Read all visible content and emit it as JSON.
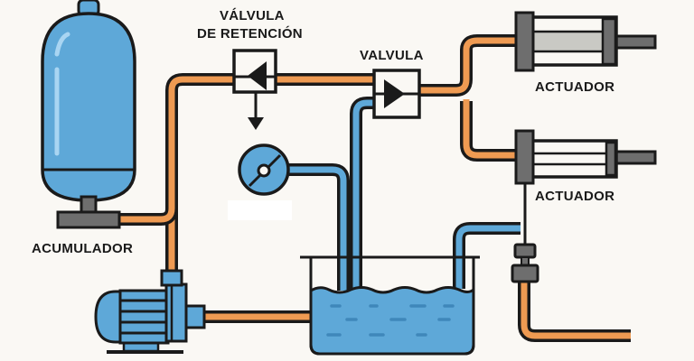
{
  "diagram": {
    "title": "Hydraulic circuit",
    "labels": {
      "check_valve_line1": "VÁLVULA",
      "check_valve_line2": "DE RETENCIÓN",
      "valve": "VALVULA",
      "actuator_top": "ACTUADOR",
      "actuator_bottom": "ACTUADOR",
      "accumulator": "ACUMULADOR"
    },
    "components": [
      {
        "id": "accumulator",
        "label": "ACUMULADOR"
      },
      {
        "id": "check-valve",
        "label": "VÁLVULA DE RETENCIÓN",
        "direction": "left"
      },
      {
        "id": "directional-valve",
        "label": "VALVULA",
        "direction": "right"
      },
      {
        "id": "pressure-gauge",
        "label": ""
      },
      {
        "id": "actuator-1",
        "label": "ACTUADOR"
      },
      {
        "id": "actuator-2",
        "label": "ACTUADOR"
      },
      {
        "id": "pump-motor",
        "label": ""
      },
      {
        "id": "reservoir-tank",
        "label": ""
      },
      {
        "id": "inline-coupling",
        "label": ""
      }
    ],
    "colors": {
      "pressure_line": "#ee9a52",
      "fluid_blue": "#5ea8d8",
      "outline": "#1a1a1a",
      "metal_gray": "#6e6e6e",
      "light_gray": "#c9c9c4",
      "background": "#faf8f4"
    }
  }
}
